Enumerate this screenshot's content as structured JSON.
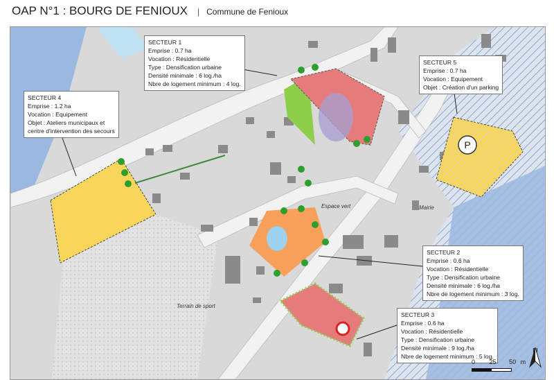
{
  "header": {
    "title": "OAP N°1 : BOURG DE FENIOUX",
    "subtitle": "Commune de Fenioux"
  },
  "sectors": [
    {
      "id": "1",
      "title": "SECTEUR 1",
      "lines": [
        "Emprise : 0.7 ha",
        "Vocation : Résidentielle",
        "Type : Densification urbaine",
        "Densité minimale : 6 log./ha",
        "Nbre de logement minimum : 4 log."
      ]
    },
    {
      "id": "4",
      "title": "SECTEUR 4",
      "lines": [
        "Emprise : 1.2 ha",
        "Vocation : Equipement",
        "Objet : Ateliers municipaux et",
        "centre d'intervention des secours"
      ]
    },
    {
      "id": "5",
      "title": "SECTEUR 5",
      "lines": [
        "Emprise : 0.7 ha",
        "Vocation : Equipement",
        "Objet : Création d'un parking"
      ]
    },
    {
      "id": "2",
      "title": "SECTEUR 2",
      "lines": [
        "Emprise : 0.6 ha",
        "Vocation : Résidentielle",
        "Type : Densification urbaine",
        "Densité minimale : 6 log./ha",
        "Nbre de logement minimum : 3 log."
      ]
    },
    {
      "id": "3",
      "title": "SECTEUR 3",
      "lines": [
        "Emprise : 0.6 ha",
        "Vocation : Résidentielle",
        "Type : Densification urbaine",
        "Densité minimale : 9 log./ha",
        "Nbre de logement minimum : 5 log."
      ]
    }
  ],
  "place_labels": {
    "espace_vert": "Espace vert",
    "mairie": "Mairie",
    "terrain": "Terrain de sport"
  },
  "scale": {
    "t0": "0",
    "t1": "25",
    "t2": "50",
    "unit": "m"
  },
  "north": "N",
  "colors": {
    "residential": "#e57b7b",
    "equipment": "#f9d65a",
    "green": "#8fce4a",
    "water": "#9bb8e0",
    "orange": "#f7a05a"
  }
}
